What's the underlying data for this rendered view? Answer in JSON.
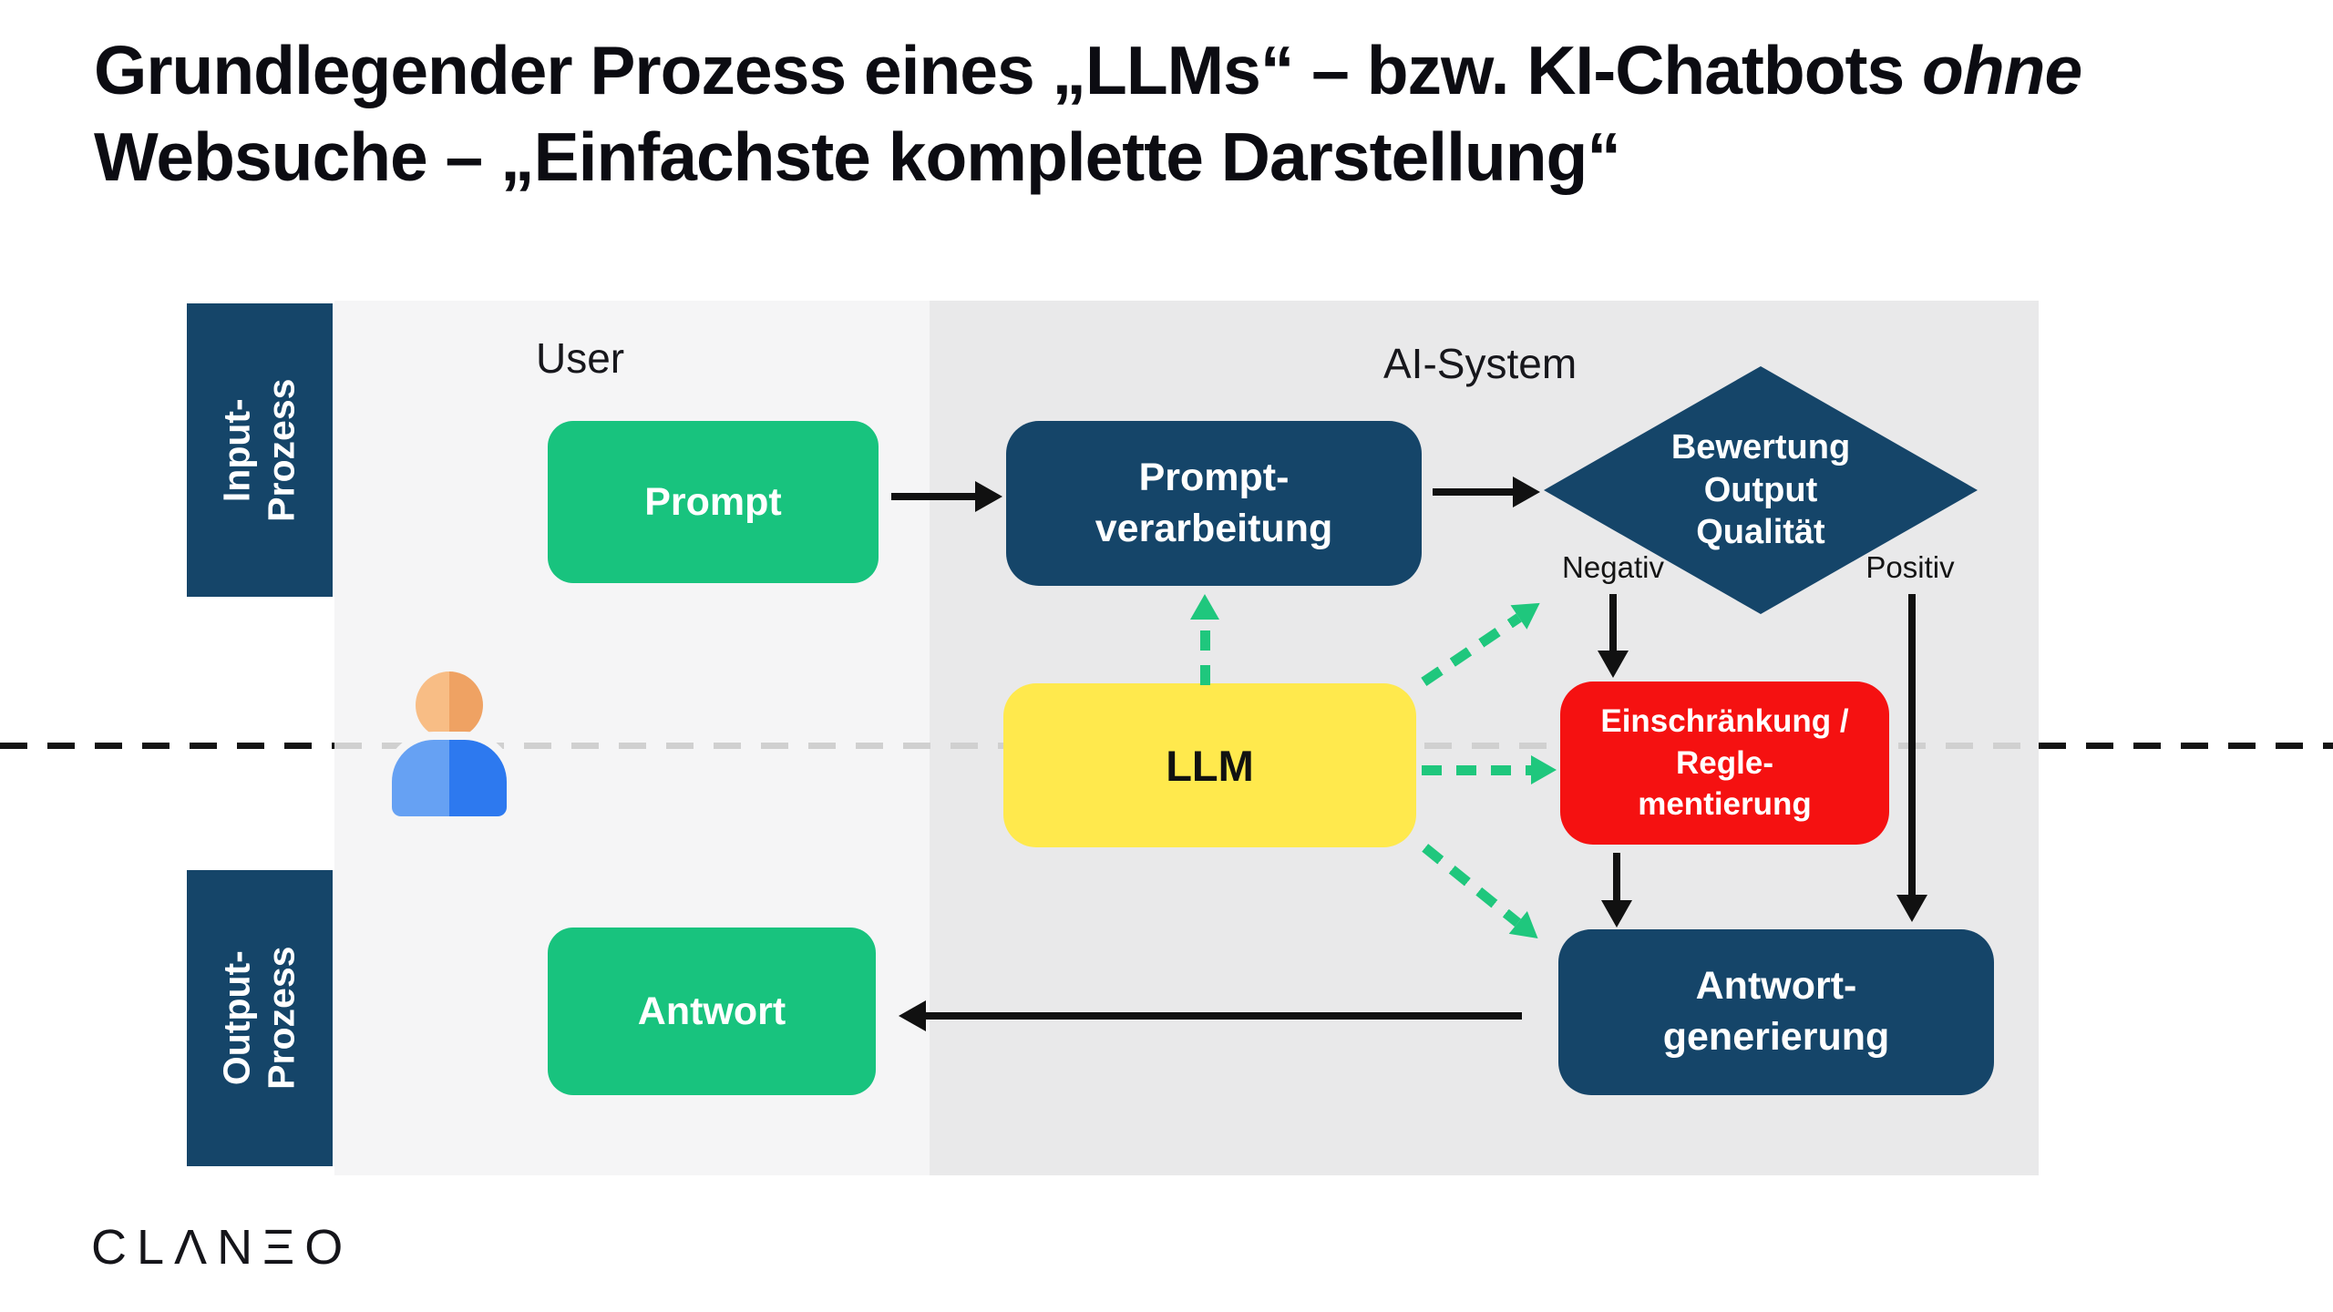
{
  "title": {
    "part1": "Grundlegender Prozess eines „LLMs“ – bzw. KI-Chatbots ",
    "italic": "ohne",
    "part2": "Websuche – „Einfachste komplette Darstellung“"
  },
  "lanes": {
    "input_label": "Input-\nProzess",
    "output_label": "Output-\nProzess"
  },
  "zones": {
    "user": "User",
    "ai_system": "AI-System"
  },
  "nodes": {
    "prompt": {
      "label": "Prompt"
    },
    "prompt_processing": {
      "label": "Prompt-\nverarbeitung"
    },
    "quality_check": {
      "label": "Bewertung\nOutput\nQualität"
    },
    "llm": {
      "label": "LLM"
    },
    "restriction": {
      "label": "Einschränkung /\nRegle-\nmentierung"
    },
    "answer_generation": {
      "label": "Antwort-\ngenerierung"
    },
    "answer": {
      "label": "Antwort"
    }
  },
  "branch_labels": {
    "negative": "Negativ",
    "positive": "Positiv"
  },
  "edges": [
    {
      "from": "Prompt",
      "to": "Prompt-verarbeitung",
      "style": "solid-black"
    },
    {
      "from": "Prompt-verarbeitung",
      "to": "Bewertung Output Qualität",
      "style": "solid-black"
    },
    {
      "from": "Bewertung Output Qualität",
      "to": "Einschränkung / Reglementierung",
      "label": "Negativ",
      "style": "solid-black"
    },
    {
      "from": "Bewertung Output Qualität",
      "to": "Antwort-generierung",
      "label": "Positiv",
      "style": "solid-black"
    },
    {
      "from": "Einschränkung / Reglementierung",
      "to": "Antwort-generierung",
      "style": "solid-black"
    },
    {
      "from": "Antwort-generierung",
      "to": "Antwort",
      "style": "solid-black"
    },
    {
      "from": "LLM",
      "to": "Prompt-verarbeitung",
      "style": "dashed-green"
    },
    {
      "from": "LLM",
      "to": "Bewertung Output Qualität",
      "style": "dashed-green"
    },
    {
      "from": "LLM",
      "to": "Einschränkung / Reglementierung",
      "style": "dashed-green"
    },
    {
      "from": "LLM",
      "to": "Antwort-generierung",
      "style": "dashed-green"
    }
  ],
  "logo": {
    "text": "CLANEO",
    "display": "CLΛNΞO"
  },
  "colors": {
    "navy": "#154569",
    "green": "#18c37e",
    "arrow_green": "#1fc77d",
    "yellow": "#ffe94d",
    "red": "#f51111",
    "panel_user": "#f5f5f6",
    "panel_ai": "#e9e9ea",
    "black": "#111111"
  }
}
